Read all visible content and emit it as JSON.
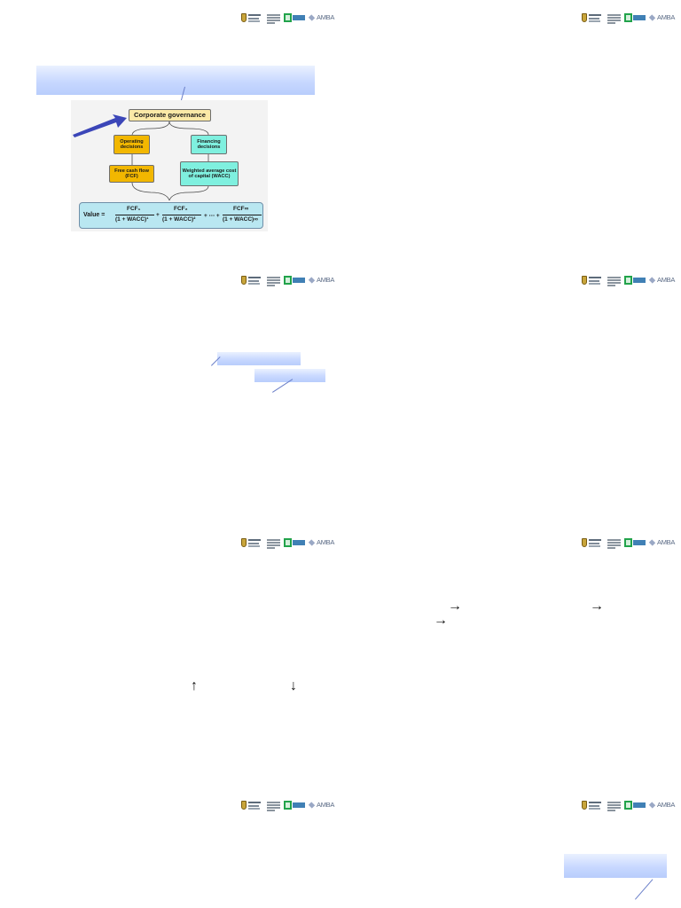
{
  "diagram": {
    "governance": "Corporate governance",
    "operating": "Operating decisions",
    "financing": "Financing decisions",
    "fcf": "Free cash flow (FCF)",
    "wacc": "Weighted average cost of capital (WACC)",
    "formula": {
      "value_label": "Value =",
      "num1": "FCF₁",
      "den1": "(1 + WACC)¹",
      "num2": "FCF₂",
      "den2": "(1 + WACC)²",
      "ellipsis": "+ ⋯ +",
      "numn": "FCF∞",
      "denn": "(1 + WACC)∞",
      "plus": "+"
    }
  },
  "logos": {
    "amba_text": "AMBA"
  },
  "symbols": {
    "arrow_right": "→",
    "arrow_up": "↑",
    "arrow_down": "↓"
  },
  "colors": {
    "governance_box": "#fbe9a7",
    "operating_box": "#f2b700",
    "financing_box": "#7ff0df",
    "formula_box": "#b9e7f1",
    "header_bar": "#c8d8ff"
  }
}
